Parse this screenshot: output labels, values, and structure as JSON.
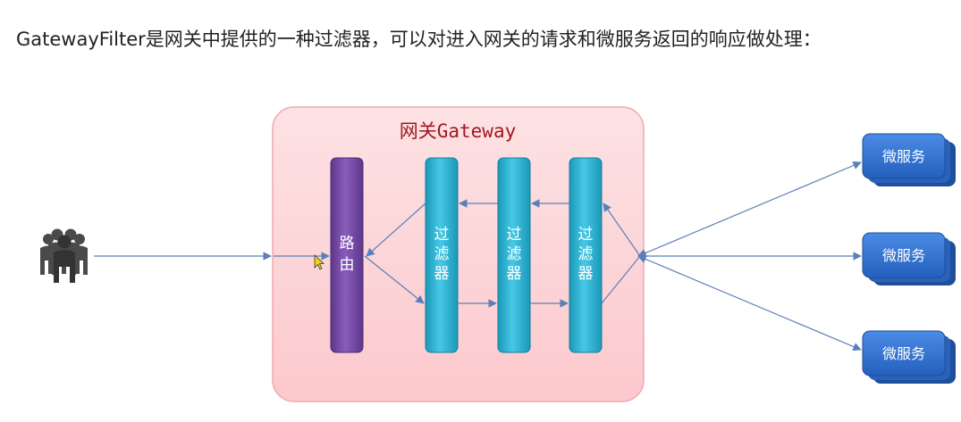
{
  "heading": "GatewayFilter是网关中提供的一种过滤器，可以对进入网关的请求和微服务返回的响应做处理：",
  "gateway": {
    "title": "网关Gateway"
  },
  "router": {
    "label": [
      "路",
      "由"
    ]
  },
  "filters": [
    {
      "label": [
        "过",
        "滤",
        "器"
      ]
    },
    {
      "label": [
        "过",
        "滤",
        "器"
      ]
    },
    {
      "label": [
        "过",
        "滤",
        "器"
      ]
    }
  ],
  "services": [
    {
      "label": "微服务"
    },
    {
      "label": "微服务"
    },
    {
      "label": "微服务"
    }
  ],
  "icons": {
    "users": "users-group-icon",
    "cursor": "mouse-cursor-icon"
  },
  "colors": {
    "gateway_fill": "#fdd5d8",
    "gateway_border": "#f1a8ae",
    "gateway_title": "#a0191f",
    "router_fill": "#7a4fa8",
    "filter_fill": "#35bcd9",
    "service_fill": "#2d6fd0",
    "arrow": "#5b7fb8"
  }
}
